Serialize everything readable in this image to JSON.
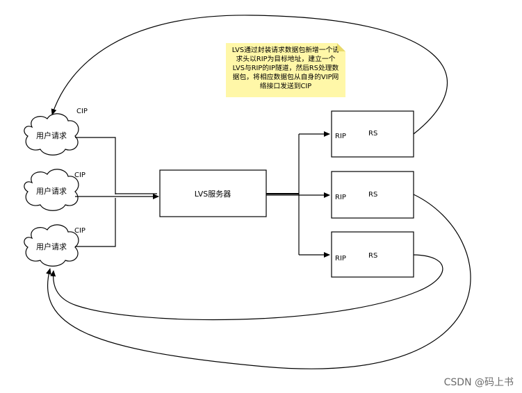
{
  "note": {
    "text": "LVS通过封装请求数据包新增一个请求头以RIP为目标地址，建立一个LVS与RIP的IP隧道，然后RS处理数据包，将相应数据包从自身的VIP网络接口发送到CIP"
  },
  "clients": [
    {
      "label": "用户请求",
      "cip": "CIP"
    },
    {
      "label": "用户请求",
      "cip": "CIP"
    },
    {
      "label": "用户请求",
      "cip": "CIP"
    }
  ],
  "lvs": {
    "label": "LVS服务器"
  },
  "servers": [
    {
      "rip": "RIP",
      "rs": "RS"
    },
    {
      "rip": "RIP",
      "rs": "RS"
    },
    {
      "rip": "RIP",
      "rs": "RS"
    }
  ],
  "watermark": "CSDN @码上书",
  "colors": {
    "note_bg": "#fff7a8",
    "stroke": "#000000"
  }
}
